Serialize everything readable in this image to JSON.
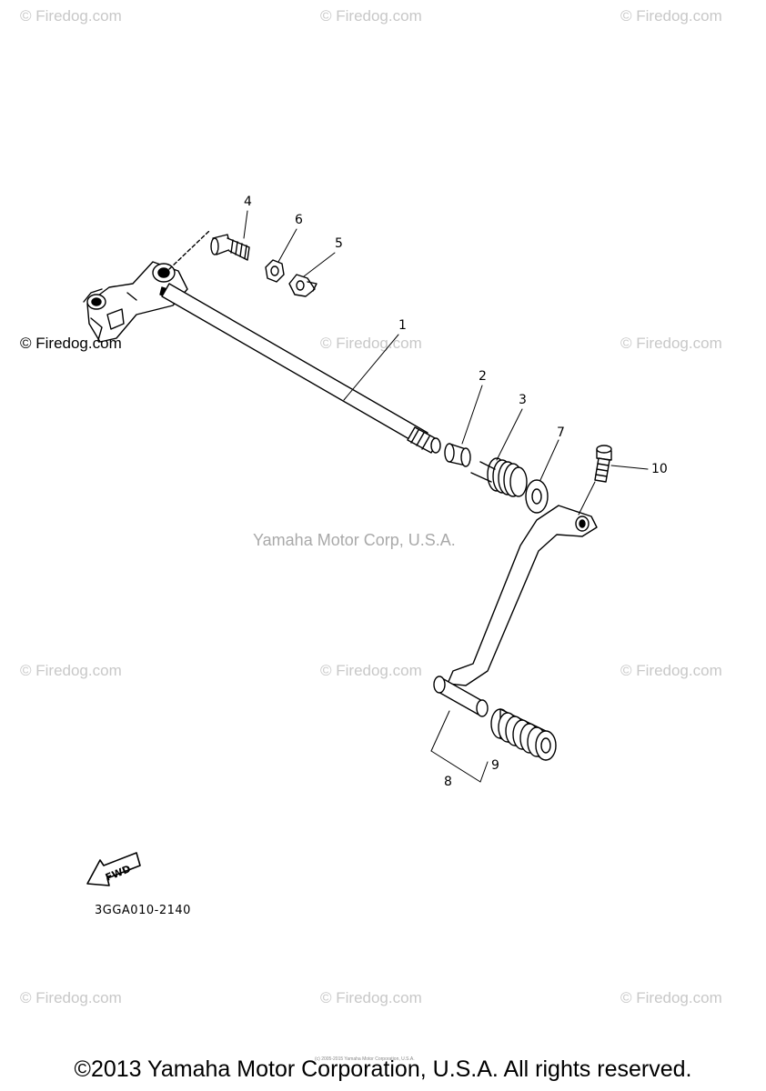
{
  "watermarks": {
    "firedog": "© Firedog.com",
    "center": "Yamaha Motor Corp, U.S.A."
  },
  "callouts": {
    "c1": "1",
    "c2": "2",
    "c3": "3",
    "c4": "4",
    "c5": "5",
    "c6": "6",
    "c7": "7",
    "c8": "8",
    "c9": "9",
    "c10": "10"
  },
  "fwd_label": "FWD",
  "part_code": "3GGA010-2140",
  "small_print": "(c) 2005-2015 Yamaha Motor Corporation, U.S.A.",
  "copyright": "©2013 Yamaha Motor Corporation, U.S.A. All rights reserved."
}
